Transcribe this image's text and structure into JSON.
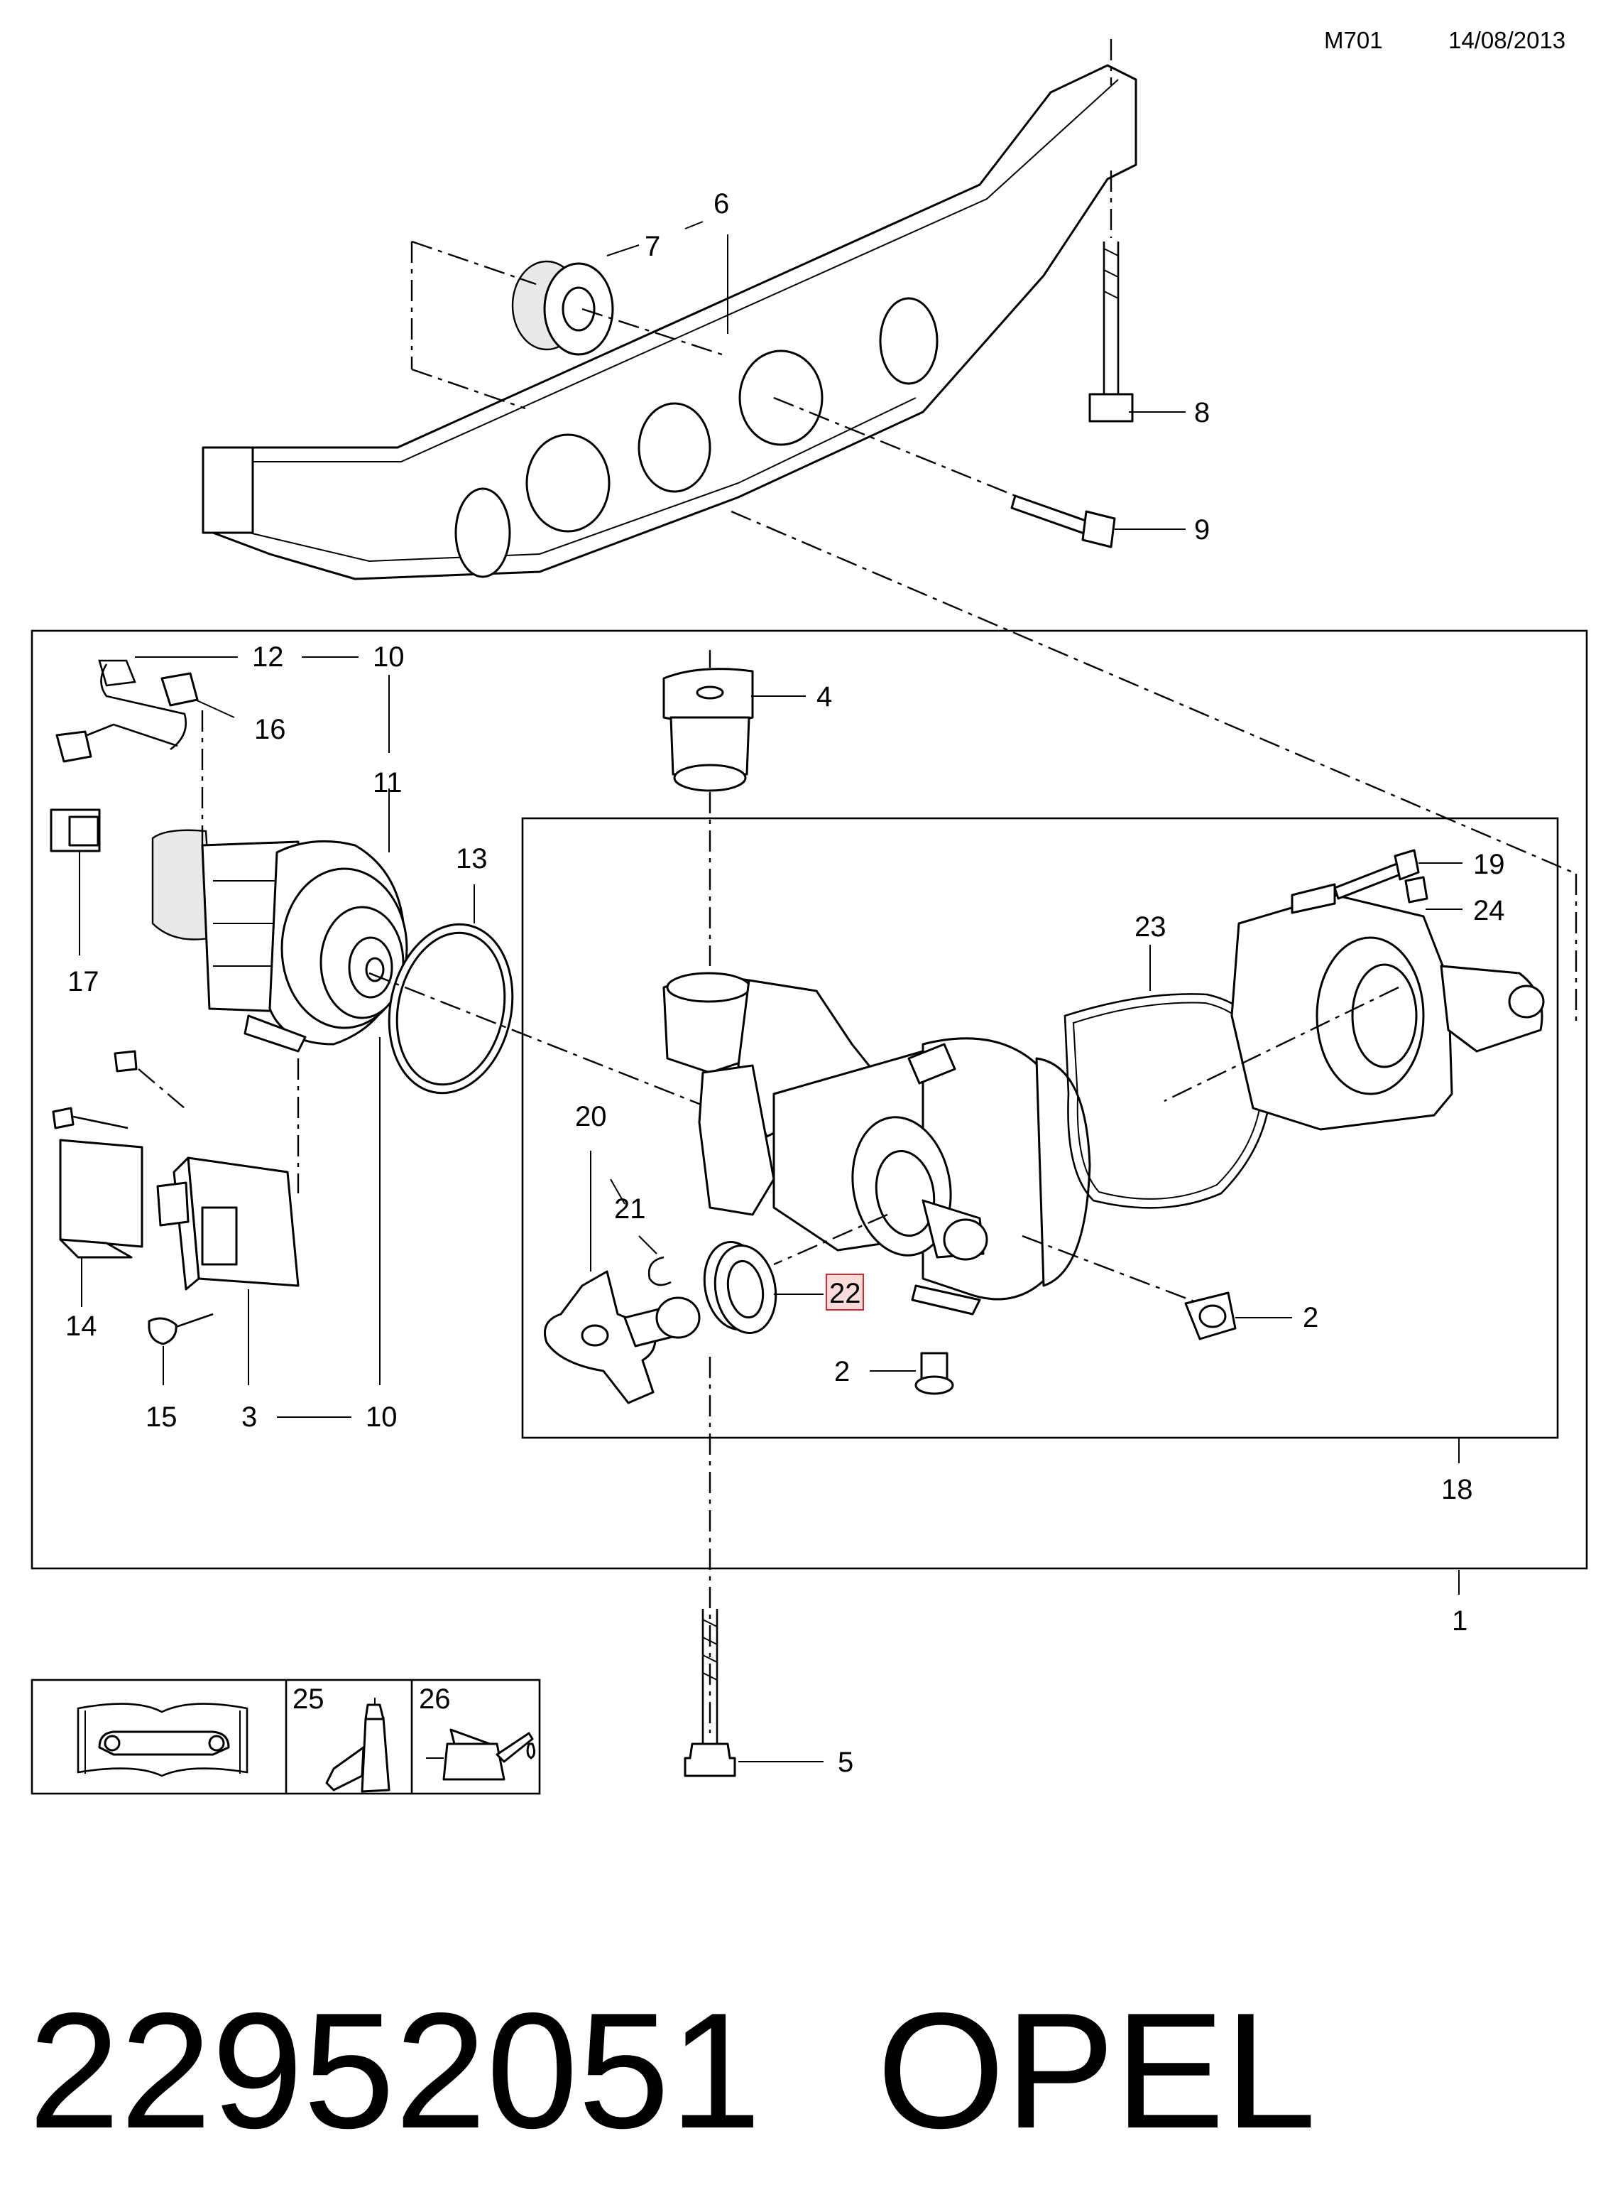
{
  "header": {
    "code": "M701",
    "date": "14/08/2013"
  },
  "callouts": {
    "c1": "1",
    "c2a": "2",
    "c2b": "2",
    "c3": "3",
    "c4": "4",
    "c5": "5",
    "c6": "6",
    "c7": "7",
    "c8": "8",
    "c9": "9",
    "c10a": "10",
    "c10b": "10",
    "c11": "11",
    "c12": "12",
    "c13": "13",
    "c14": "14",
    "c15": "15",
    "c16": "16",
    "c17": "17",
    "c18": "18",
    "c19": "19",
    "c20": "20",
    "c21": "21",
    "c22": "22",
    "c23": "23",
    "c24": "24",
    "c25": "25",
    "c26": "26"
  },
  "highlight": {
    "color": "#d8282f",
    "fill": "#fbdada"
  },
  "legend_icons": [
    "repair-manual-icon",
    "sealant-tube-icon",
    "oil-can-icon"
  ],
  "footer": {
    "part_number": "22952051",
    "brand": "OPEL"
  }
}
